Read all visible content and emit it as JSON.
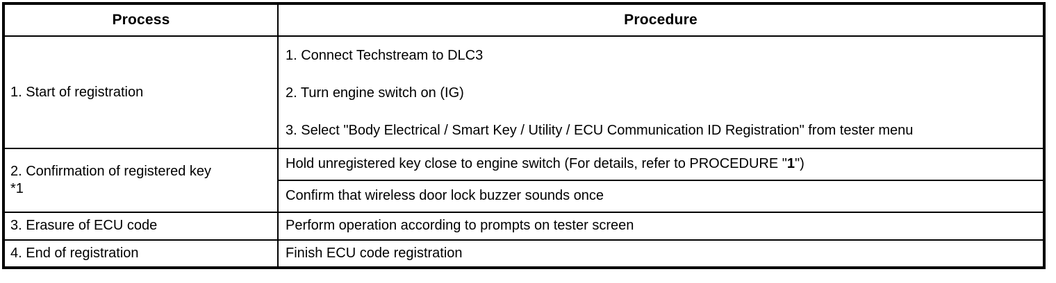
{
  "table": {
    "headers": {
      "process": "Process",
      "procedure": "Procedure"
    },
    "rows": [
      {
        "process": "1. Start of registration",
        "process_note": "",
        "steps": [
          "1. Connect Techstream to DLC3",
          "2. Turn engine switch on (IG)",
          "3. Select \"Body Electrical / Smart Key / Utility / ECU Communication ID Registration\" from tester menu"
        ]
      },
      {
        "process": "2. Confirmation of registered key",
        "process_note": "*1",
        "procedures": [
          {
            "prefix": "Hold unregistered key close to engine switch (For details, refer to PROCEDURE \"",
            "emphasis": "1",
            "suffix": "\")"
          },
          {
            "prefix": "Confirm that wireless door lock buzzer sounds once",
            "emphasis": "",
            "suffix": ""
          }
        ]
      },
      {
        "process": "3. Erasure of ECU code",
        "process_note": "",
        "procedure": "Perform operation according to prompts on tester screen"
      },
      {
        "process": "4. End of registration",
        "process_note": "",
        "procedure": "Finish ECU code registration"
      }
    ]
  },
  "colors": {
    "border": "#000000",
    "text": "#000000",
    "background": "#ffffff"
  }
}
